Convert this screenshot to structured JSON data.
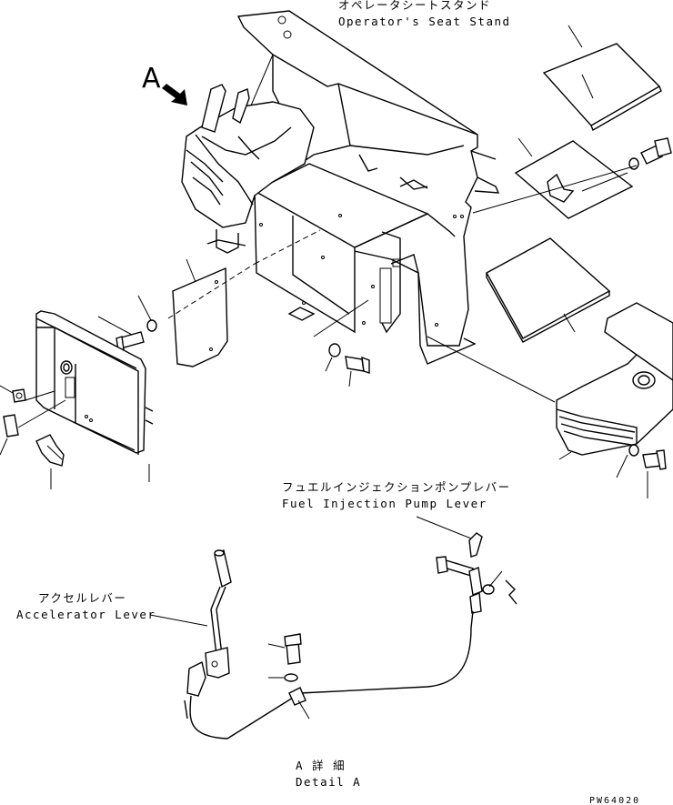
{
  "labels": {
    "seat_stand_jp": "オペレータシートスタンド",
    "seat_stand_en": "Operator's Seat Stand",
    "view_marker": "A",
    "pump_lever_jp": "フュエルインジェクションポンプレバー",
    "pump_lever_en": "Fuel Injection Pump Lever",
    "accel_lever_jp": "アクセルレバー",
    "accel_lever_en": "Accelerator Lever",
    "detail_jp": "A 詳 細",
    "detail_en": "Detail A",
    "drawing_code": "PW64020"
  }
}
